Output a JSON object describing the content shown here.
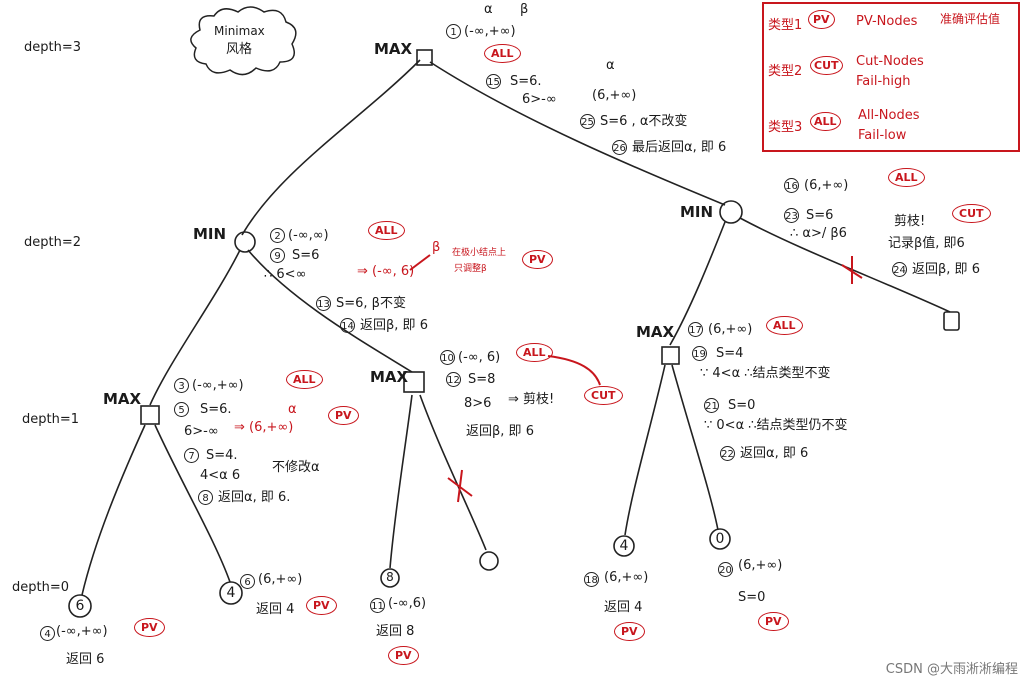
{
  "header": {
    "cloud_line1": "Minimax",
    "cloud_line2": "风格"
  },
  "depths": {
    "d3": "depth=3",
    "d2": "depth=2",
    "d1": "depth=1",
    "d0": "depth=0"
  },
  "node_labels": {
    "max": "MAX",
    "min": "MIN"
  },
  "legend": {
    "type1": "类型1",
    "type1_code": "PV",
    "type1_desc": "PV-Nodes",
    "type1_note": "准确评估值",
    "type2": "类型2",
    "type2_code": "CUT",
    "type2_desc1": "Cut-Nodes",
    "type2_desc2": "Fail-high",
    "type3": "类型3",
    "type3_code": "ALL",
    "type3_desc1": "All-Nodes",
    "type3_desc2": "Fail-low"
  },
  "tags": {
    "all": "ALL",
    "pv": "PV",
    "cut": "CUT"
  },
  "root": {
    "alpha": "α",
    "beta": "β",
    "n1": "1",
    "line1": "(-∞,+∞)",
    "n15": "15",
    "line15": "S=6.",
    "line15b": "6>-∞",
    "line15c": "(6,+∞)",
    "n25": "25",
    "line25": "S=6 , α不改变",
    "n26": "26",
    "line26": "最后返回α, 即 6"
  },
  "min_left": {
    "n2": "2",
    "line2": "(-∞,∞)",
    "n9": "9",
    "line9": "S=6",
    "line9b": "∴ 6<∞",
    "line9c": "⇒ (-∞, 6)",
    "note_beta": "β",
    "note_cn1": "在极小结点上",
    "note_cn2": "只调整β",
    "n13": "13",
    "line13": "S=6, β不变",
    "n14": "14",
    "line14": "返回β, 即 6"
  },
  "min_right": {
    "n16": "16",
    "line16": "(6,+∞)",
    "n23": "23",
    "line23": "S=6",
    "line23b": "∴ α>/ β6",
    "line23c": "剪枝!",
    "line23d": "记录β值, 即6",
    "n24": "24",
    "line24": "返回β, 即 6"
  },
  "max_ll": {
    "n3": "3",
    "line3": "(-∞,+∞)",
    "n5": "5",
    "line5": "S=6.",
    "line5b": "6>-∞",
    "line5c": "⇒ (6,+∞)",
    "alpha": "α",
    "n7": "7",
    "line7": "S=4.",
    "line7b": "4<α 6",
    "line7c": "不修改α",
    "n8": "8",
    "line8": "返回α, 即 6."
  },
  "max_lr": {
    "n10": "10",
    "line10": "(-∞, 6)",
    "n12": "12",
    "line12": "S=8",
    "line12b": "8>6",
    "line12c": "⇒ 剪枝!",
    "line12d": "返回β, 即 6"
  },
  "max_rl": {
    "n17": "17",
    "line17": "(6,+∞)",
    "n19": "19",
    "line19": "S=4",
    "line19b": "∵ 4<α  ∴结点类型不变",
    "n21": "21",
    "line21": "S=0",
    "line21b": "∵ 0<α  ∴结点类型仍不变",
    "n22": "22",
    "line22": "返回α, 即 6"
  },
  "leaves": {
    "l6": "6",
    "n4": "4",
    "l6_line": "(-∞,+∞)",
    "l6_ret": "返回 6",
    "l4": "4",
    "n6": "6",
    "l4_line": "(6,+∞)",
    "l4_ret": "返回 4",
    "l8": "8",
    "n11": "11",
    "l8_line": "(-∞,6)",
    "l8_ret": "返回 8",
    "l4b": "4",
    "n18": "18",
    "l4b_line": "(6,+∞)",
    "l4b_ret": "返回 4",
    "l0": "0",
    "n20": "20",
    "l0_line": "(6,+∞)",
    "l0_ret": "S=0"
  },
  "watermark": "CSDN @大雨淅淅编程",
  "colors": {
    "ink": "#1b1b1b",
    "red": "#c8161d"
  }
}
